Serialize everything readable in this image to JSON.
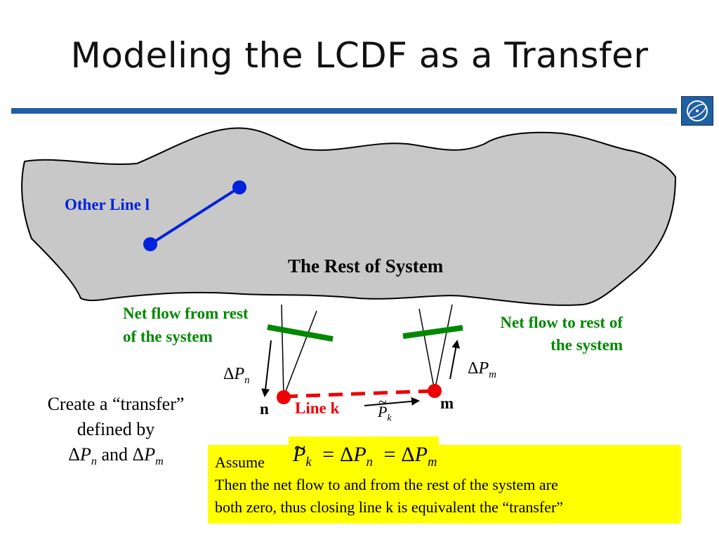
{
  "slide": {
    "title": "Modeling the LCDF as a Transfer"
  },
  "colors": {
    "title_rule": "#1f5fa3",
    "region_fill": "#c8c8c8",
    "other_line": "#0022dd",
    "line_k": "#ee0000",
    "flow_bars": "#008800",
    "highlight": "#ffff00"
  },
  "icons": {
    "logo": "globe-orbit-icon"
  },
  "diagram": {
    "region_label": "The Rest of System",
    "other_line_label": "Other Line l",
    "net_flow_from_label_1": "Net flow from rest",
    "net_flow_from_label_2": "of the system",
    "net_flow_to_label_1": "Net flow to rest of",
    "net_flow_to_label_2": "the system",
    "node_n": "n",
    "node_m": "m",
    "line_k_label": "Line k",
    "delta_pn": {
      "delta": "Δ",
      "var": "P",
      "sub": "n"
    },
    "delta_pm": {
      "delta": "Δ",
      "var": "P",
      "sub": "m"
    },
    "p_tilde_k": {
      "var": "P",
      "sub": "k"
    }
  },
  "side_note": {
    "line1": "Create a “transfer”",
    "line2": "defined by",
    "line3_and": "and"
  },
  "assumption": {
    "assume_word": "Assume",
    "equation": {
      "lhs_sub": "k",
      "mid_sub": "n",
      "rhs_sub": "m"
    },
    "line1": "Then the net flow to and from the rest of the system are",
    "line2": "both zero, thus closing line k is equivalent the “transfer”"
  }
}
